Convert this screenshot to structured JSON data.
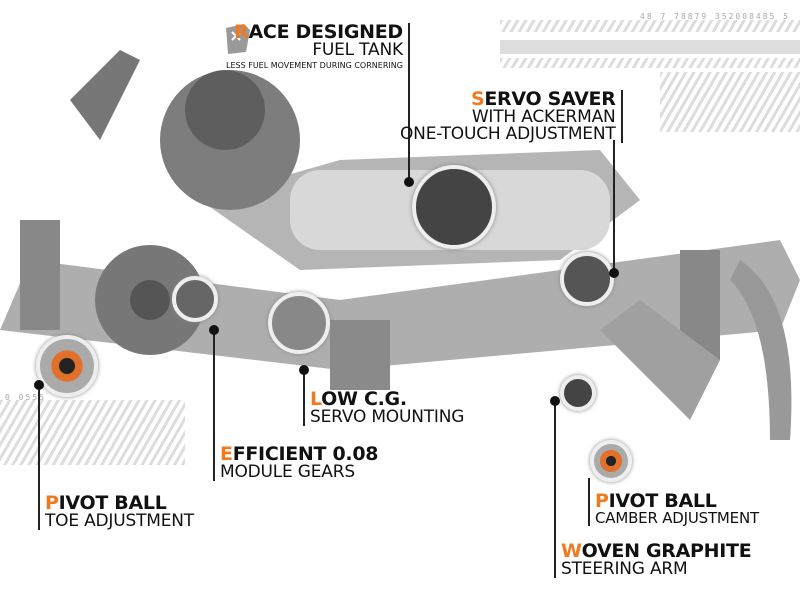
{
  "decor": {
    "top_numbers": "48   7   78879   352008485   5",
    "left_numbers": "0 0555"
  },
  "callouts": [
    {
      "first": "R",
      "rest": "ACE DESIGNED",
      "sub": "FUEL TANK",
      "note": "LESS FUEL MOVEMENT DURING CORNERING"
    },
    {
      "first": "S",
      "rest": "ERVO SAVER",
      "sub": "WITH ACKERMAN",
      "sub2": "ONE-TOUCH ADJUSTMENT"
    },
    {
      "first": "L",
      "rest": "OW C.G.",
      "sub": "SERVO MOUNTING"
    },
    {
      "first": "E",
      "rest": "FFICIENT 0.08",
      "sub": "MODULE GEARS"
    },
    {
      "first": "P",
      "rest": "IVOT BALL",
      "sub": "TOE ADJUSTMENT"
    },
    {
      "first": "P",
      "rest": "IVOT BALL",
      "sub": "CAMBER ADJUSTMENT"
    },
    {
      "first": "W",
      "rest": "OVEN GRAPHITE",
      "sub": "STEERING ARM"
    }
  ],
  "colors": {
    "accent": "#f07a1f",
    "chassis": "#8a8a8a"
  }
}
